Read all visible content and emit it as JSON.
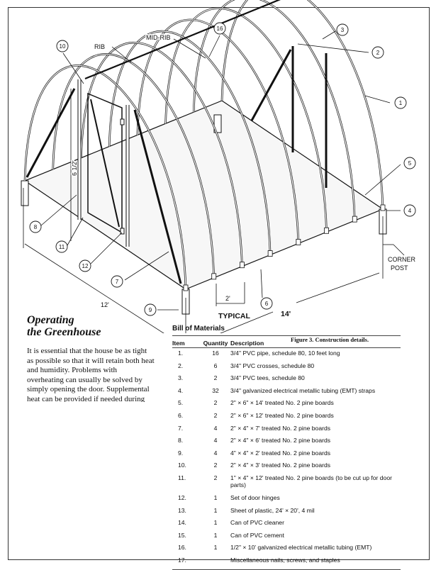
{
  "figure": {
    "caption": "Figure 3. Construction details.",
    "labels": {
      "rib": "RIB",
      "mid_rib": "MID-RIB",
      "corner_post_1": "CORNER",
      "corner_post_2": "POST",
      "typical": "TYPICAL",
      "dim_2ft": "2'",
      "dim_12ft": "12'",
      "dim_14ft": "14'",
      "dim_door": "6 1/2'"
    },
    "callouts": [
      "1",
      "2",
      "3",
      "4",
      "5",
      "6",
      "7",
      "8",
      "9",
      "10",
      "11",
      "12",
      "16"
    ]
  },
  "article": {
    "heading_line1": "Operating",
    "heading_line2": "the Greenhouse",
    "body": "It is essential that the house be as tight as possible so that it will retain both heat and humidity. Problems with overheating can usually be solved by simply opening the door. Supplemental heat can be provided if needed during cold weather with a portable heater."
  },
  "bill_of_materials": {
    "title": "Bill of Materials",
    "columns": [
      "Item",
      "Quantity",
      "Description"
    ],
    "rows": [
      {
        "item": "1.",
        "qty": "16",
        "desc": "3/4\" PVC pipe, schedule 80, 10 feet long"
      },
      {
        "item": "2.",
        "qty": "6",
        "desc": "3/4\" PVC crosses, schedule 80"
      },
      {
        "item": "3.",
        "qty": "2",
        "desc": "3/4\" PVC tees, schedule 80"
      },
      {
        "item": "4.",
        "qty": "32",
        "desc": "3/4\" galvanized electrical metallic tubing (EMT) straps"
      },
      {
        "item": "5.",
        "qty": "2",
        "desc": "2\" × 6\" × 14' treated No. 2 pine boards"
      },
      {
        "item": "6.",
        "qty": "2",
        "desc": "2\" × 6\" × 12' treated No. 2 pine boards"
      },
      {
        "item": "7.",
        "qty": "4",
        "desc": "2\" × 4\" × 7' treated No. 2 pine boards"
      },
      {
        "item": "8.",
        "qty": "4",
        "desc": "2\" × 4\" × 6' treated No. 2 pine boards"
      },
      {
        "item": "9.",
        "qty": "4",
        "desc": "4\" × 4\" × 2' treated No. 2 pine boards"
      },
      {
        "item": "10.",
        "qty": "2",
        "desc": "2\" × 4\" × 3' treated No. 2 pine boards"
      },
      {
        "item": "11.",
        "qty": "2",
        "desc": "1\" × 4\" × 12' treated No. 2 pine boards (to be cut up for door parts)"
      },
      {
        "item": "12.",
        "qty": "1",
        "desc": "Set of door hinges"
      },
      {
        "item": "13.",
        "qty": "1",
        "desc": "Sheet of plastic, 24' × 20', 4 mil"
      },
      {
        "item": "14.",
        "qty": "1",
        "desc": "Can of PVC cleaner"
      },
      {
        "item": "15.",
        "qty": "1",
        "desc": "Can of PVC cement"
      },
      {
        "item": "16.",
        "qty": "1",
        "desc": "1/2\" × 10' galvanized electrical metallic tubing (EMT)"
      },
      {
        "item": "17.",
        "qty": "",
        "desc": "Miscellaneous nails, screws, and staples"
      }
    ]
  }
}
